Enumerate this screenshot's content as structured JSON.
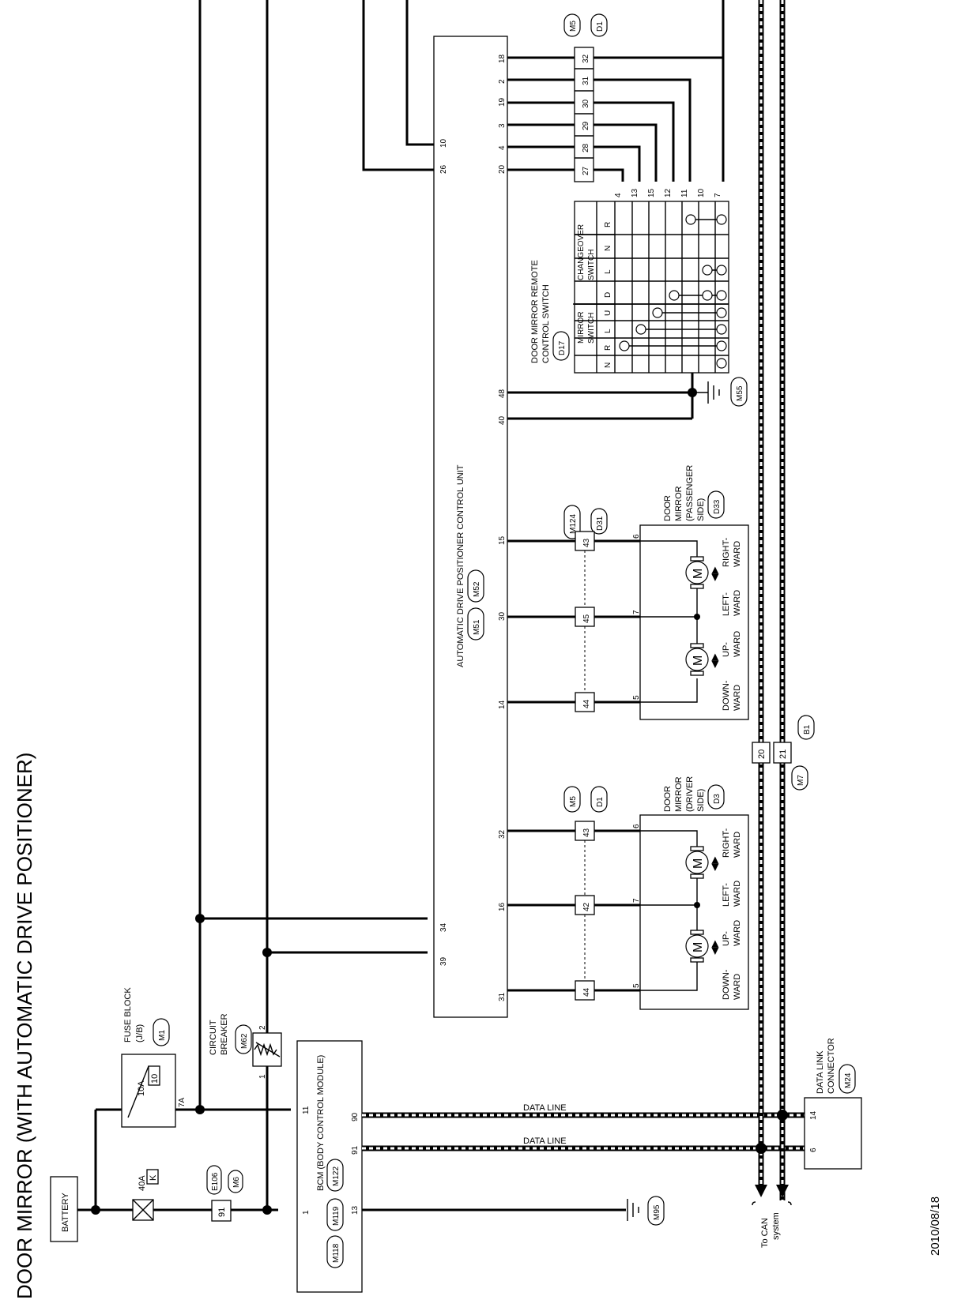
{
  "title": "DOOR MIRROR (WITH AUTOMATIC DRIVE POSITIONER)",
  "date": "2010/08/18",
  "battery": "BATTERY",
  "fusible_link": {
    "amp": "40A",
    "id": "K"
  },
  "fuse_block": {
    "label": "FUSE BLOCK",
    "sub": "(J/B)",
    "conn": "M1",
    "amp": "10A",
    "fuse_no": "10",
    "term": "7A"
  },
  "circuit_breaker": {
    "label": "CIRCUIT",
    "label2": "BREAKER",
    "conn": "M62",
    "pin1": "1",
    "pin2": "2"
  },
  "conn_e106": {
    "a": "E106",
    "b": "M6",
    "pin": "91"
  },
  "bcm": {
    "name": "BCM (BODY CONTROL MODULE)",
    "c1": "M118",
    "c2": "M119",
    "c3": "M122",
    "pins": [
      "1",
      "11",
      "90",
      "91",
      "13"
    ]
  },
  "ground_m95": "M95",
  "ground_m55": "M55",
  "data_line": "DATA LINE",
  "to_can": [
    "To CAN",
    "system"
  ],
  "dlc": {
    "label": "DATA LINK",
    "label2": "CONNECTOR",
    "conn": "M24",
    "pins": [
      "14",
      "6"
    ]
  },
  "jc_m7": {
    "a": "M7",
    "b": "B1",
    "pins": [
      "20",
      "21"
    ]
  },
  "adp": {
    "label": "AUTOMATIC DRIVE POSITIONER CONTROL UNIT",
    "c1": "M51",
    "c2": "M52",
    "pins_top": [
      "26",
      "10"
    ],
    "pins_bottom": [
      "34",
      "39"
    ],
    "pins_right": [
      "18",
      "2",
      "19",
      "3",
      "4",
      "20",
      "48",
      "40",
      "15",
      "30",
      "14",
      "32",
      "16",
      "31"
    ]
  },
  "d1_conn": {
    "a": "M5",
    "b": "D1",
    "pins": [
      "32",
      "31",
      "30",
      "29",
      "28",
      "27"
    ]
  },
  "switch": {
    "label": "DOOR MIRROR REMOTE",
    "label2": "CONTROL SWITCH",
    "conn": "D17",
    "mirror": [
      "MIRROR",
      "SWITCH"
    ],
    "changeover": [
      "CHANGEOVER",
      "SWITCH"
    ],
    "cols": [
      "N",
      "R",
      "L",
      "U",
      "D",
      "L",
      "N",
      "R"
    ],
    "pins": [
      "4",
      "13",
      "15",
      "12",
      "11",
      "10",
      "7"
    ]
  },
  "passenger_conn": {
    "a": "M124",
    "b": "D31",
    "pins": [
      "43",
      "45",
      "44"
    ]
  },
  "passenger_mirror": {
    "label": [
      "DOOR",
      "MIRROR",
      "(PASSENGER",
      "SIDE)"
    ],
    "conn": "D33",
    "pins": [
      "6",
      "7",
      "5"
    ]
  },
  "driver_conn": {
    "a": "M5",
    "b": "D1",
    "pins": [
      "43",
      "42",
      "44"
    ]
  },
  "driver_mirror": {
    "label": [
      "DOOR",
      "MIRROR",
      "(DRIVER",
      "SIDE)"
    ],
    "conn": "D3",
    "pins": [
      "6",
      "7",
      "5"
    ]
  },
  "motor": "M",
  "motor_labels": [
    "DOWN-",
    "WARD",
    "UP-",
    "WARD",
    "LEFT-",
    "WARD",
    "RIGHT-",
    "WARD"
  ]
}
